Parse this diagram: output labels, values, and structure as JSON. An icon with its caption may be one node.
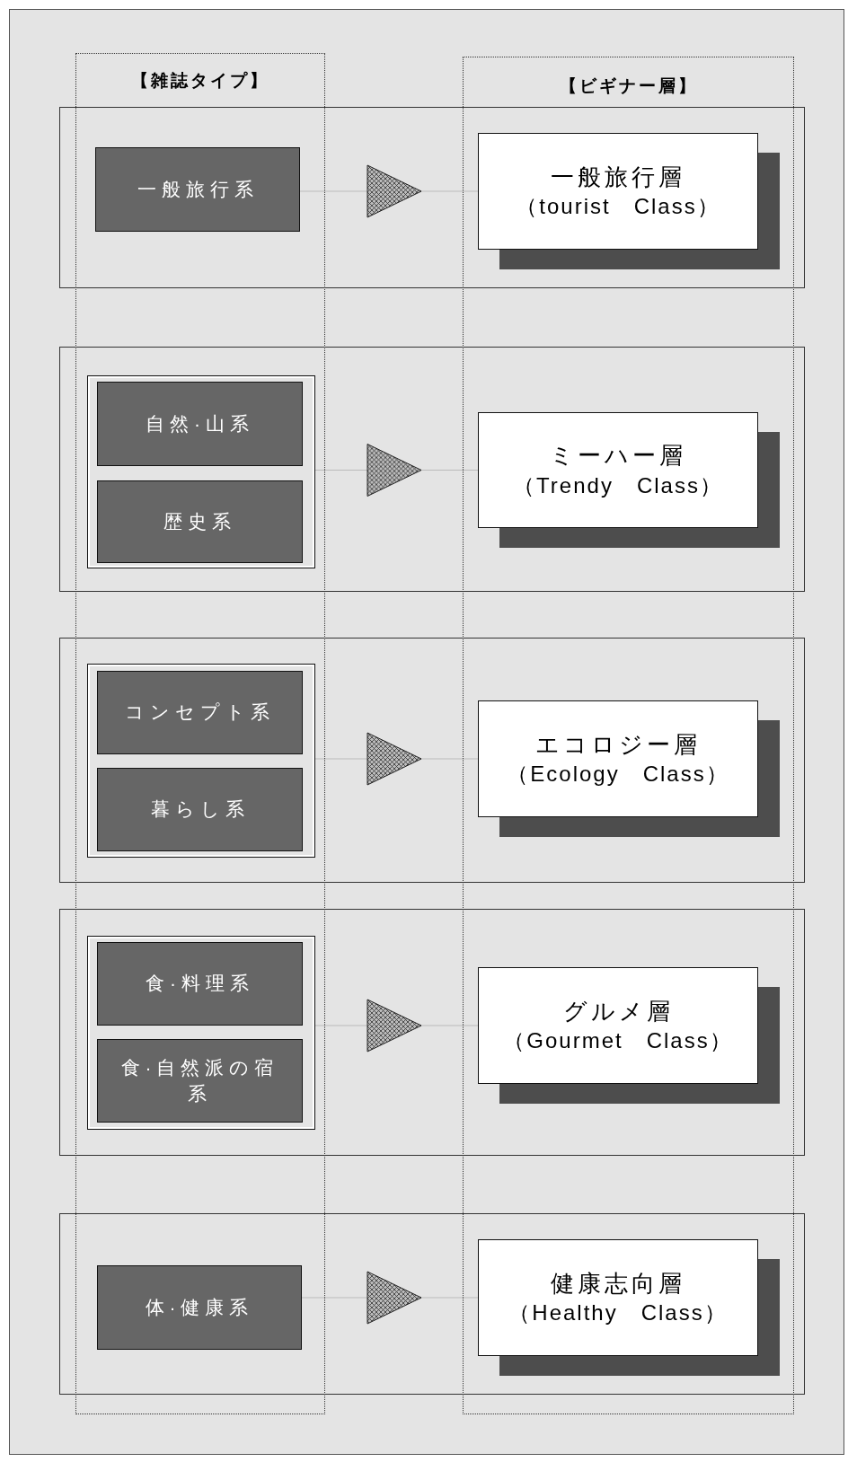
{
  "diagram": {
    "nodes": [
      {
        "text": [
          "【雑誌タイプ】"
        ]
      },
      {
        "text": [
          "【ビギナー層】"
        ]
      },
      {
        "text": [
          "一般旅行系"
        ],
        "in": 0
      },
      {
        "text": [
          "一般旅行層",
          "（tourist　Class）"
        ],
        "in": 1
      },
      {
        "text": [],
        "shape": "box",
        "in": 0
      },
      {
        "text": [
          "自然·山系"
        ],
        "in": 4
      },
      {
        "text": [
          "歴史系"
        ],
        "in": 4
      },
      {
        "text": [
          "ミーハー層",
          "（Trendy　Class）"
        ],
        "in": 1
      },
      {
        "text": [],
        "shape": "box",
        "in": 0
      },
      {
        "text": [
          "コンセプト系"
        ],
        "in": 8
      },
      {
        "text": [
          "暮らし系"
        ],
        "in": 8
      },
      {
        "text": [
          "エコロジー層",
          "（Ecology　Class）"
        ],
        "in": 1
      },
      {
        "text": [],
        "shape": "box",
        "in": 0
      },
      {
        "text": [
          "食·料理系"
        ],
        "in": 12
      },
      {
        "text": [
          "食·自然派の宿系"
        ],
        "in": 12
      },
      {
        "text": [
          "グルメ層",
          "（Gourmet　Class）"
        ],
        "in": 1
      },
      {
        "text": [
          "体·健康系"
        ],
        "in": 0
      },
      {
        "text": [
          "健康志向層",
          "（Healthy　Class）"
        ],
        "in": 1
      }
    ],
    "edges": [
      {
        "from": 2,
        "to": 3,
        "arrow": "to"
      },
      {
        "from": 4,
        "to": 7,
        "arrow": "to"
      },
      {
        "from": 8,
        "to": 11,
        "arrow": "to"
      },
      {
        "from": 12,
        "to": 15,
        "arrow": "to"
      },
      {
        "from": 16,
        "to": 17,
        "arrow": "to"
      }
    ]
  }
}
